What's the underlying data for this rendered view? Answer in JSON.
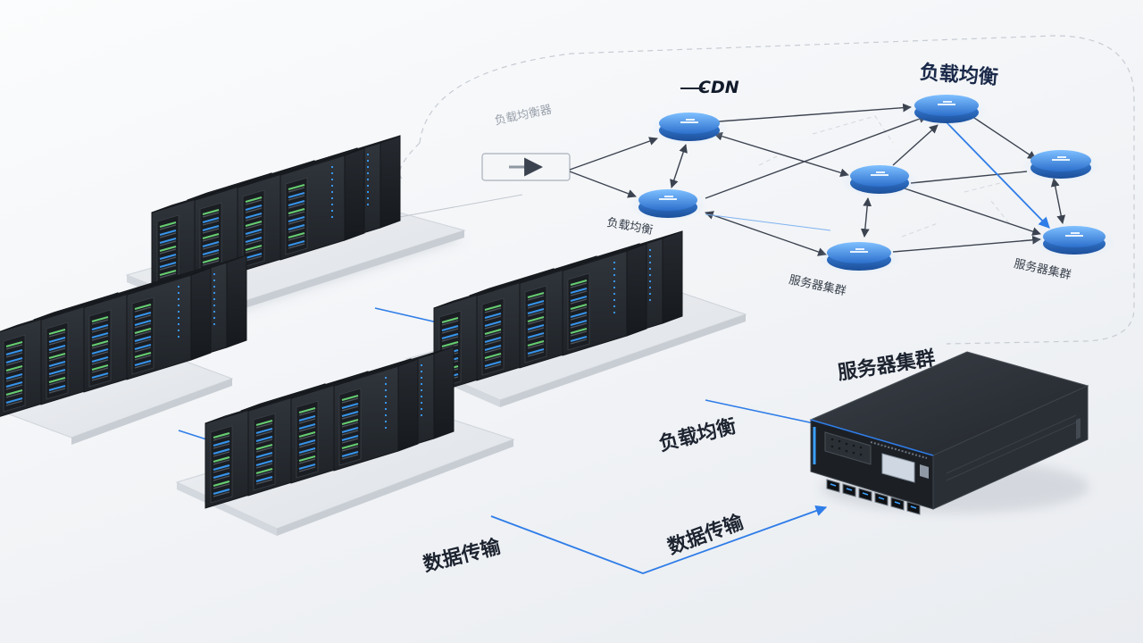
{
  "diagram": {
    "title_load_balance": "负载均衡",
    "cdn_label": "CDN",
    "faint_label": "负载均衡器",
    "node_labels": {
      "lb_left": "负载均衡",
      "cluster_bottom": "服务器集群",
      "cluster_right": "服务器集群"
    }
  },
  "hardware": {
    "device_label": "服务器集群",
    "load_balance_label": "负载均衡",
    "data_transfer_label": "数据传输",
    "data_transfer_label_2": "数据传输"
  },
  "colors": {
    "accent": "#2f7de8",
    "server_dark": "#2a2f36",
    "led_blue": "#3aa0ff",
    "led_green": "#6fe07a",
    "node_blue": "#3a8fe0",
    "platform": "#e4e7eb"
  }
}
